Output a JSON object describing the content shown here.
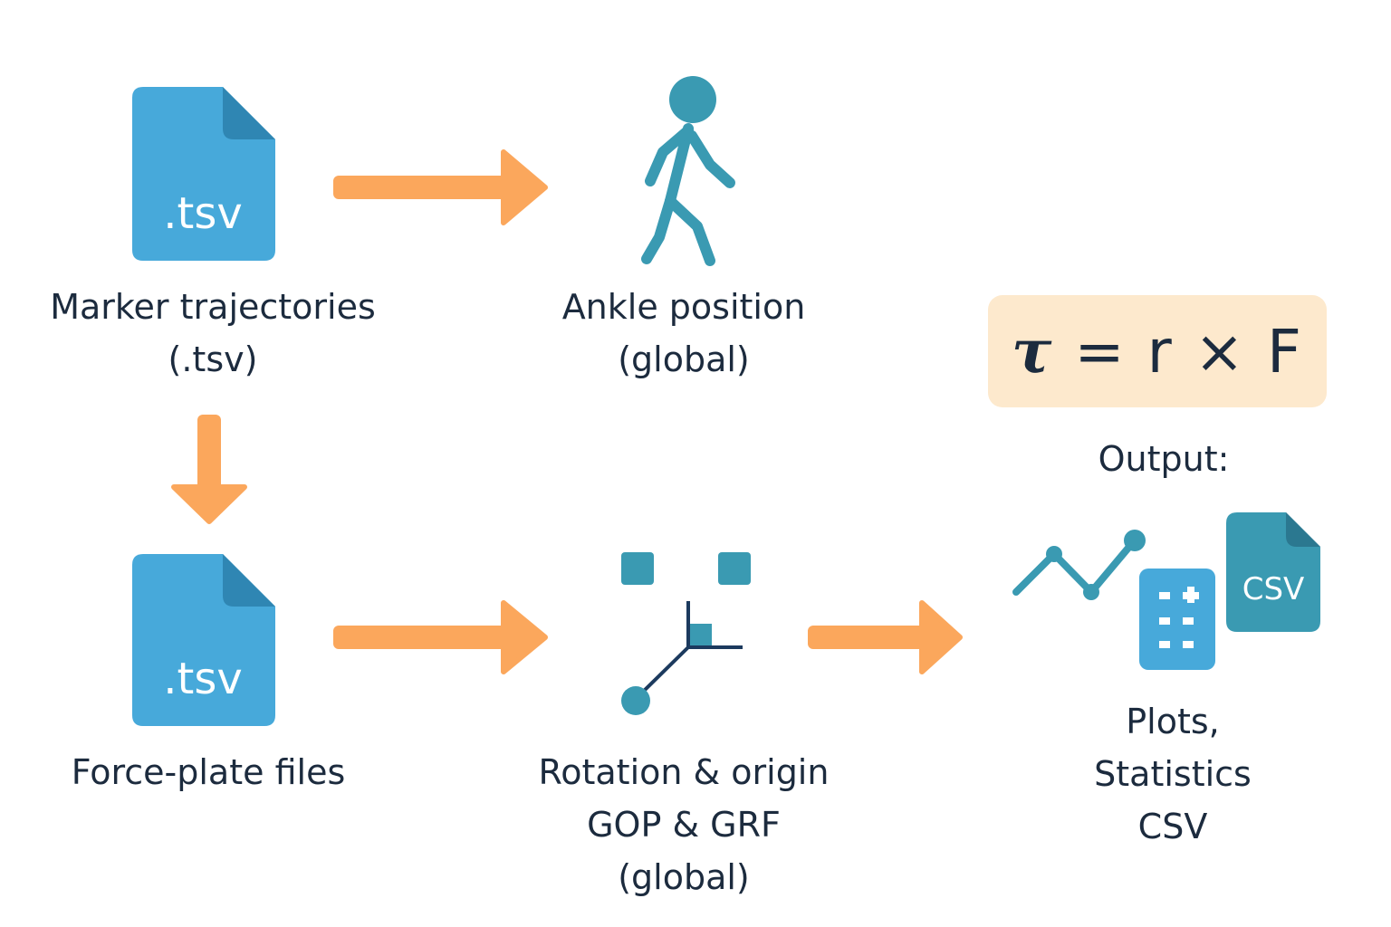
{
  "colors": {
    "file_blue": "#47a9da",
    "file_fold": "#2f86b3",
    "teal": "#3a9ab2",
    "arrow_orange": "#fba75c",
    "navy": "#1c3a5e",
    "formula_bg": "#fde9cd",
    "text": "#1c2b3e"
  },
  "nodes": {
    "marker_file": {
      "icon": "tsv-file-icon",
      "ext": ".tsv",
      "label_line1": "Marker trajectories",
      "label_line2": "(.tsv)"
    },
    "ankle": {
      "icon": "walking-person-icon",
      "label_line1": "Ankle position",
      "label_line2": "(global)"
    },
    "forceplate_file": {
      "icon": "tsv-file-icon",
      "ext": ".tsv",
      "label_line1": "Force-plate files"
    },
    "rotation": {
      "icon": "coordinate-axes-icon",
      "label_line1": "Rotation & origin",
      "label_line2": "GOP & GRF",
      "label_line3": "(global)"
    },
    "output": {
      "formula_tau": "τ",
      "formula_rest": " = r × F",
      "heading": "Output:",
      "csv_ext": "CSV",
      "label_line1": "Plots,",
      "label_line2": "Statistics",
      "label_line3": "CSV"
    }
  }
}
